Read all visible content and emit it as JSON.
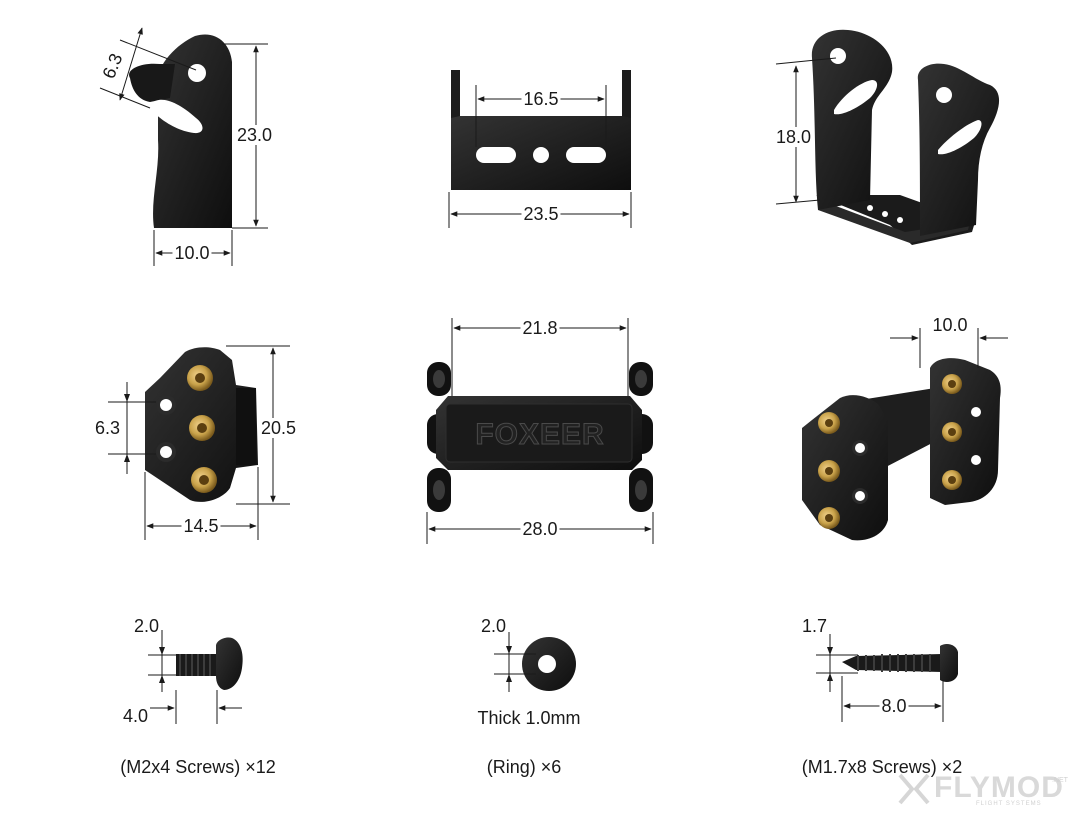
{
  "dimensions": {
    "p1_angle": "6.3",
    "p1_height": "23.0",
    "p1_width": "10.0",
    "p2_inner": "16.5",
    "p2_outer": "23.5",
    "p3_height": "18.0",
    "p4_hole_spacing": "6.3",
    "p4_height": "20.5",
    "p4_width": "14.5",
    "p5_inner": "21.8",
    "p5_outer": "28.0",
    "p6_width": "10.0",
    "screw1_diameter": "2.0",
    "screw1_length": "4.0",
    "ring_diameter": "2.0",
    "screw2_diameter": "1.7",
    "screw2_length": "8.0"
  },
  "brand_text": "FOXEER",
  "ring_thickness_label": "Thick 1.0mm",
  "captions": {
    "screw1": "(M2x4 Screws) ×12",
    "ring": "(Ring) ×6",
    "screw2": "(M1.7x8 Screws) ×2"
  },
  "watermark": {
    "brand": "FLYMOD",
    "sub": "FLIGHT SYSTEMS",
    "net": ".NET"
  },
  "colors": {
    "part": "#141414",
    "part_highlight": "#2e2e2e",
    "brass": "#c9a24a",
    "dimension_line": "#1a1a1a",
    "watermark": "#d9d9d9"
  }
}
